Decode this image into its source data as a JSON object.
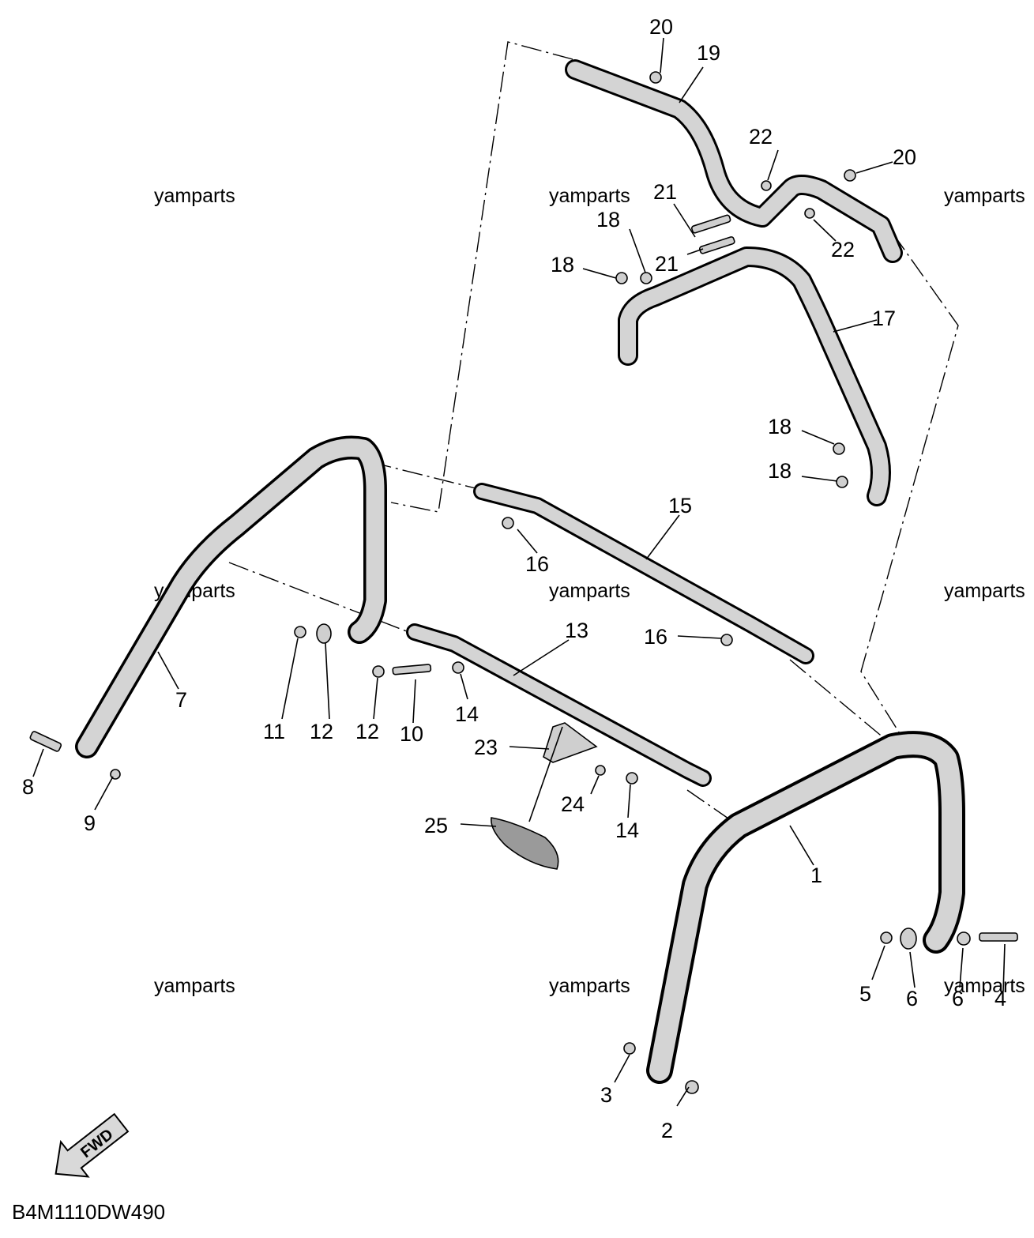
{
  "diagram": {
    "code": "B4M1110DW490",
    "watermark": "yamparts",
    "fwd_label": "FWD",
    "callouts": [
      "1",
      "2",
      "3",
      "4",
      "5",
      "6",
      "6",
      "7",
      "8",
      "9",
      "10",
      "11",
      "12",
      "12",
      "13",
      "14",
      "14",
      "15",
      "16",
      "16",
      "17",
      "18",
      "18",
      "18",
      "18",
      "19",
      "20",
      "20",
      "21",
      "21",
      "22",
      "22",
      "23",
      "24",
      "25"
    ]
  }
}
